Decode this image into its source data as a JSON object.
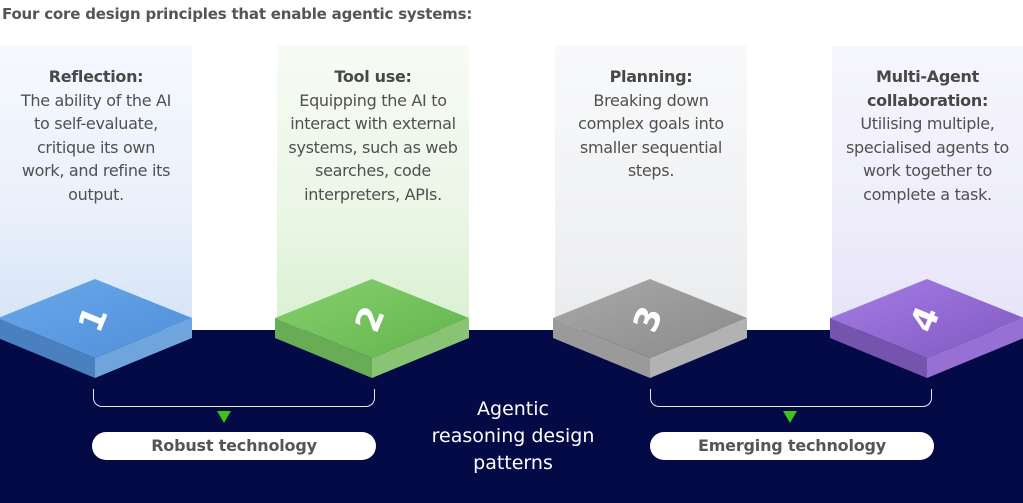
{
  "header": {
    "title": "Four core design principles that enable agentic systems:"
  },
  "principles": [
    {
      "number": "1",
      "title": "Reflection:",
      "description": "The ability of the AI to self-evaluate, critique its own work, and refine its output.",
      "color": "#5b9be0",
      "category": "robust"
    },
    {
      "number": "2",
      "title": "Tool use:",
      "description": "Equipping the AI to interact with external systems, such as web searches, code interpreters, APIs.",
      "color": "#74c45f",
      "category": "robust"
    },
    {
      "number": "3",
      "title": "Planning:",
      "description": "Breaking down complex goals into smaller sequential steps.",
      "color": "#9a9a9a",
      "category": "emerging"
    },
    {
      "number": "4",
      "title": "Multi-Agent collaboration:",
      "description": "Utilising multiple, specialised agents to work together to complete a task.",
      "color": "#8d66cc",
      "category": "emerging"
    }
  ],
  "groups": {
    "left_label": "Robust technology",
    "right_label": "Emerging technology"
  },
  "center_label": {
    "line1": "Agentic",
    "line2": "reasoning design",
    "line3": "patterns"
  },
  "colors": {
    "band": "#030a45",
    "arrow": "#3ec21c"
  }
}
